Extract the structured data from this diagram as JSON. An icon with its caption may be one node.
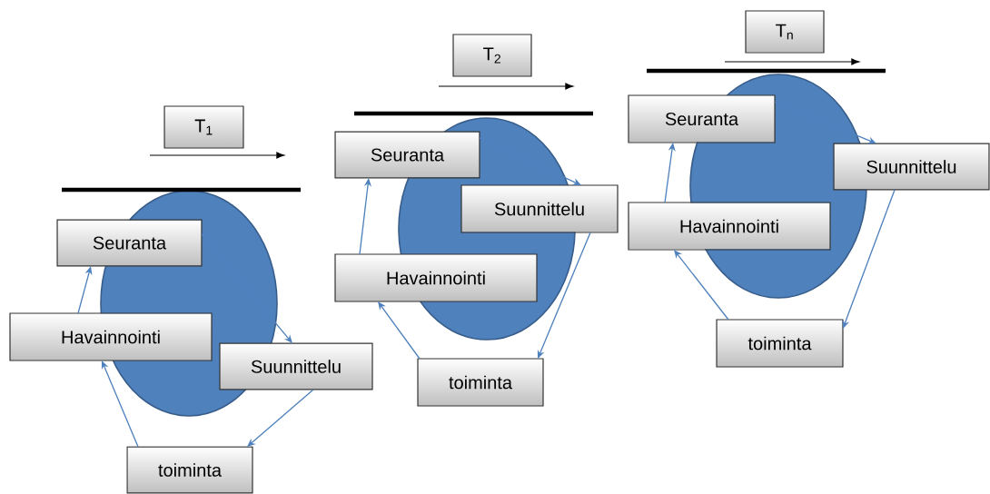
{
  "diagram": {
    "nodes": [
      {
        "text": [
          "T$_{1}$"
        ]
      },
      {
        "text": [
          "Seuranta"
        ]
      },
      {
        "text": [
          "Havainnointi"
        ]
      },
      {
        "text": [
          "Suunnittelu"
        ]
      },
      {
        "text": [
          "toiminta"
        ]
      },
      {
        "text": [
          "T$_{2}$"
        ]
      },
      {
        "text": [
          "Seuranta"
        ]
      },
      {
        "text": [
          "Havainnointi"
        ]
      },
      {
        "text": [
          "Suunnittelu"
        ]
      },
      {
        "text": [
          "toiminta"
        ]
      },
      {
        "text": [
          "T$_{n}$"
        ]
      },
      {
        "text": [
          "Seuranta"
        ]
      },
      {
        "text": [
          "Havainnointi"
        ]
      },
      {
        "text": [
          "Suunnittelu"
        ]
      },
      {
        "text": [
          "toiminta"
        ]
      }
    ],
    "edges": [
      {
        "from": 1,
        "to": 3,
        "arrow": "to"
      },
      {
        "from": 3,
        "to": 4,
        "arrow": "to"
      },
      {
        "from": 4,
        "to": 2,
        "arrow": "to"
      },
      {
        "from": 2,
        "to": 1,
        "arrow": "to"
      },
      {
        "from": 6,
        "to": 8,
        "arrow": "to"
      },
      {
        "from": 8,
        "to": 9,
        "arrow": "to"
      },
      {
        "from": 9,
        "to": 7,
        "arrow": "to"
      },
      {
        "from": 7,
        "to": 6,
        "arrow": "to"
      },
      {
        "from": 11,
        "to": 13,
        "arrow": "to"
      },
      {
        "from": 13,
        "to": 14,
        "arrow": "to"
      },
      {
        "from": 14,
        "to": 12,
        "arrow": "to"
      },
      {
        "from": 12,
        "to": 11,
        "arrow": "to"
      }
    ]
  }
}
